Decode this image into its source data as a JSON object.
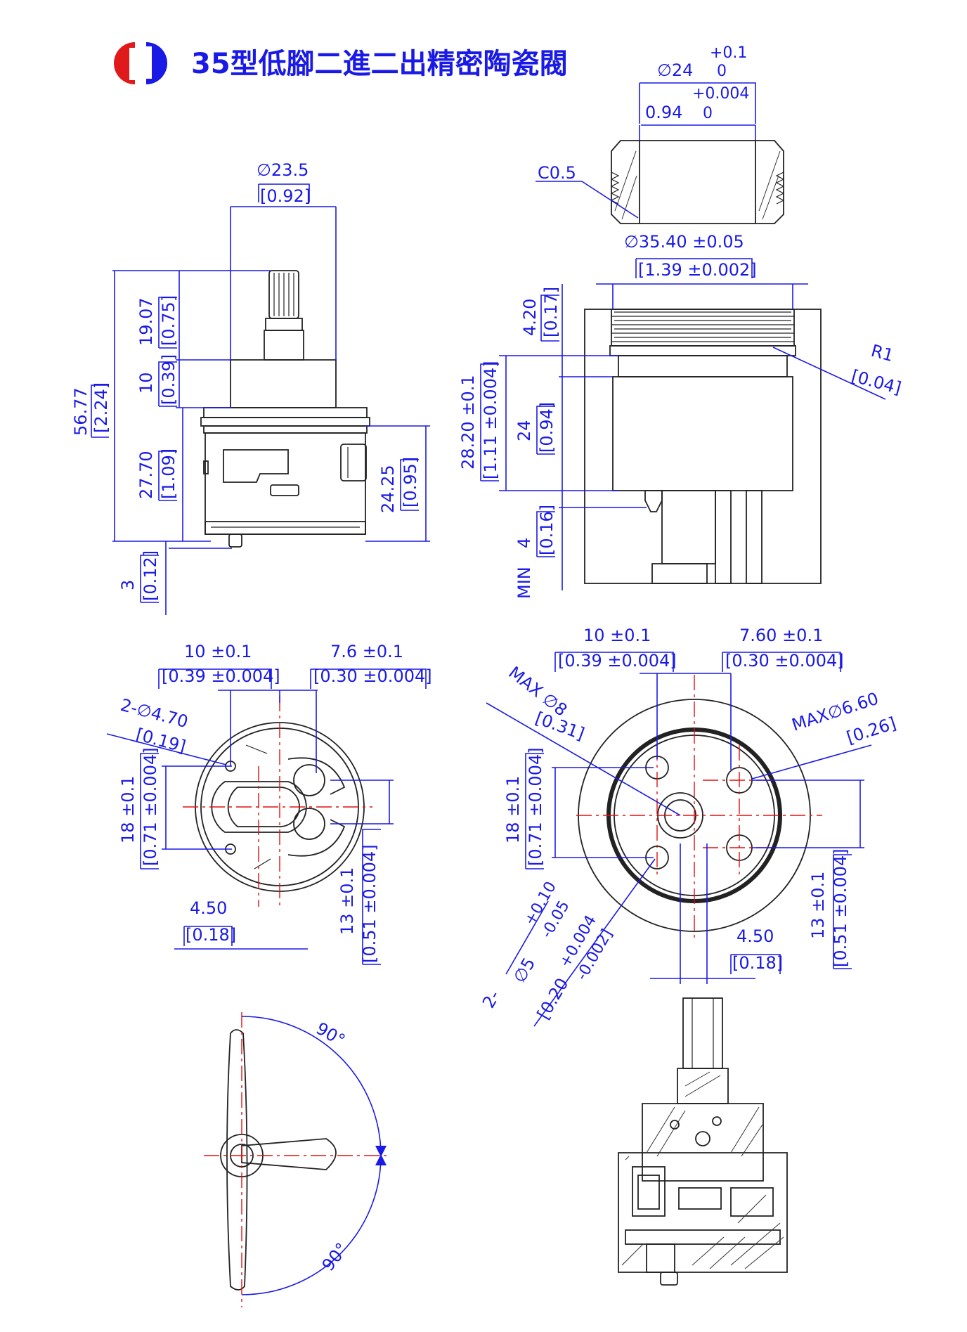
{
  "title": "35型低腳二進二出精密陶瓷閥",
  "logo": {
    "name": "H-logo",
    "colors": [
      "#e01a1a",
      "#1a1ae6"
    ]
  },
  "colors": {
    "dimension": "#1a1ae6",
    "centerline": "#e01010",
    "part": "#222222"
  },
  "top_ring": {
    "dia": "∅24",
    "dia_tol_up": "+0.1",
    "dia_tol_lo": "0",
    "in": "0.94",
    "in_tol_up": "+0.004",
    "in_tol_lo": "0",
    "chamfer": "C0.5"
  },
  "side_view": {
    "top_dia": "∅23.5",
    "top_dia_in": "[0.92]",
    "total_h": "56.77",
    "total_h_in": "[2.24]",
    "stem_h": "19.07",
    "stem_h_in": "[0.75]",
    "neck_h": "10",
    "neck_h_in": "[0.39]",
    "body_h": "27.70",
    "body_h_in": "[1.09]",
    "base_h": "3",
    "base_h_in": "[0.12]",
    "window_h": "24.25",
    "window_h_in": "[0.95]"
  },
  "section_view": {
    "dia": "∅35.40 ±0.05",
    "dia_in": "[1.39 ±0.002]",
    "thread_h": "4.20",
    "thread_h_in": "[0.17]",
    "height": "28.20 ±0.1",
    "height_in": "[1.11 ±0.004]",
    "body_h": "24",
    "body_h_in": "[0.94]",
    "pin_h": "4",
    "pin_h_in": "[0.16]",
    "pin_min": "MIN",
    "radius": "R1",
    "radius_in": "[0.04]"
  },
  "bottom_view": {
    "pos_a": "10 ±0.1",
    "pos_a_in": "[0.39 ±0.004]",
    "pos_b": "7.6 ±0.1",
    "pos_b_in": "[0.30 ±0.004]",
    "hole": "2-∅4.70",
    "hole_in": "[0.19]",
    "vert_a": "18 ±0.1",
    "vert_a_in": "[0.71 ±0.004]",
    "vert_b": "13 ±0.1",
    "vert_b_in": "[0.51 ±0.004]",
    "off": "4.50",
    "off_in": "[0.18]"
  },
  "seat_view": {
    "pos_a": "10 ±0.1",
    "pos_a_in": "[0.39 ±0.004]",
    "pos_b": "7.60 ±0.1",
    "pos_b_in": "[0.30 ±0.004]",
    "max_a": "MAX  ∅8",
    "max_a_in": "[0.31]",
    "max_b": "MAX∅6.60",
    "max_b_in": "[0.26]",
    "vert_a": "18 ±0.1",
    "vert_a_in": "[0.71 ±0.004]",
    "vert_b": "13 ±0.1",
    "vert_b_in": "[0.51 ±0.004]",
    "off": "4.50",
    "off_in": "[0.18]",
    "pin_qty": "2-",
    "pin_dia": "∅5",
    "pin_tol_up": "+0.10",
    "pin_tol_lo": "-0.05",
    "pin_in": "[0.20",
    "pin_in_tol_up": "+0.004",
    "pin_in_tol_lo": "-0.002]"
  },
  "rotation_view": {
    "angle_a": "90°",
    "angle_b": "90°"
  }
}
